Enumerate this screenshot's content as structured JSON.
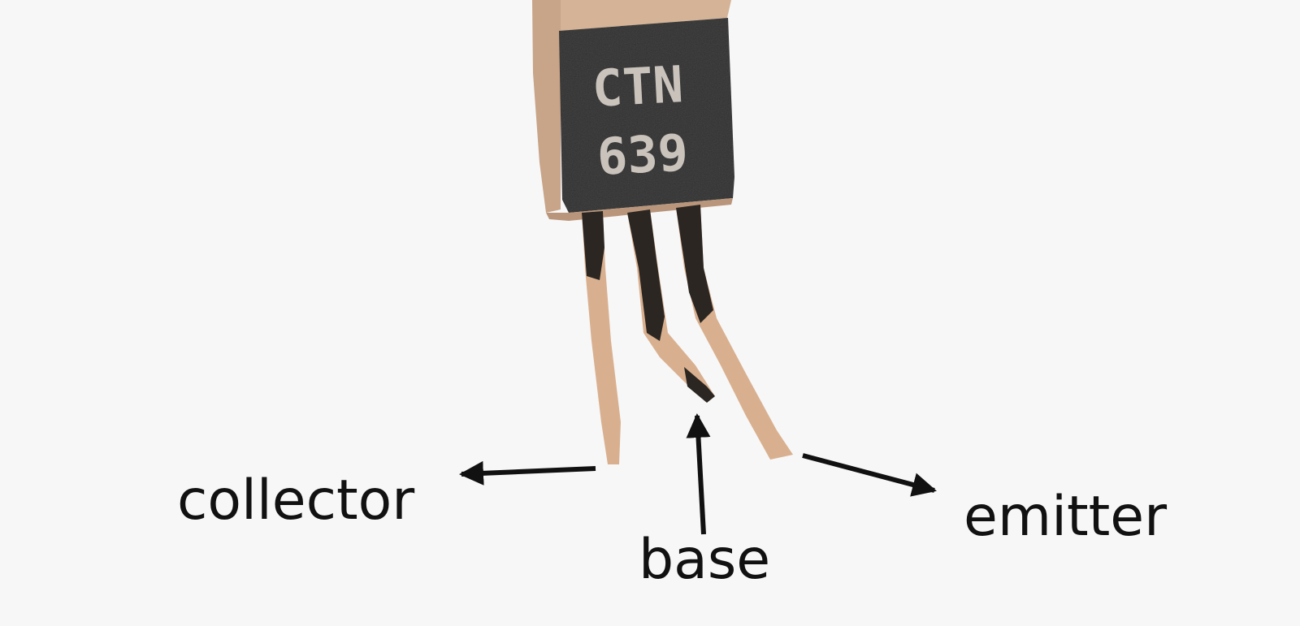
{
  "labels": {
    "collector": "collector",
    "base": "base",
    "emitter": "emitter"
  },
  "marking": {
    "line1": "CTN",
    "line2": "639"
  },
  "colors": {
    "background": "#f7f7f7",
    "body_face": "#2e2e2e",
    "body_side": "#c8a488",
    "lead_copper": "#d9b08f",
    "lead_dark": "#2b2622",
    "marking_text": "#c9c3bc",
    "arrow": "#111111",
    "label_text": "#111111"
  }
}
